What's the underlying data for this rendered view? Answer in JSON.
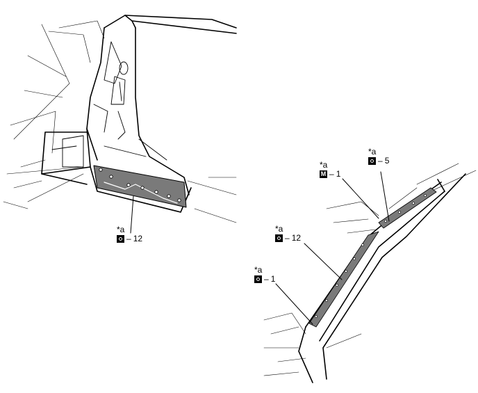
{
  "callouts": {
    "left_12": {
      "ref": "*a",
      "symbol_icon": "weld-circle-icon",
      "count_text": "12"
    },
    "mark_1": {
      "ref": "*a",
      "symbol_letter": "M",
      "symbol_icon": "weld-m-icon",
      "count_text": "1"
    },
    "right_5": {
      "ref": "*a",
      "symbol_icon": "weld-circle-icon",
      "count_text": "5"
    },
    "right_12": {
      "ref": "*a",
      "symbol_icon": "weld-circle-icon",
      "count_text": "12"
    },
    "right_1": {
      "ref": "*a",
      "symbol_icon": "weld-circle-icon",
      "count_text": "1"
    }
  },
  "colors": {
    "line": "#000000",
    "shade": "#7a7a7a",
    "background": "#ffffff"
  }
}
